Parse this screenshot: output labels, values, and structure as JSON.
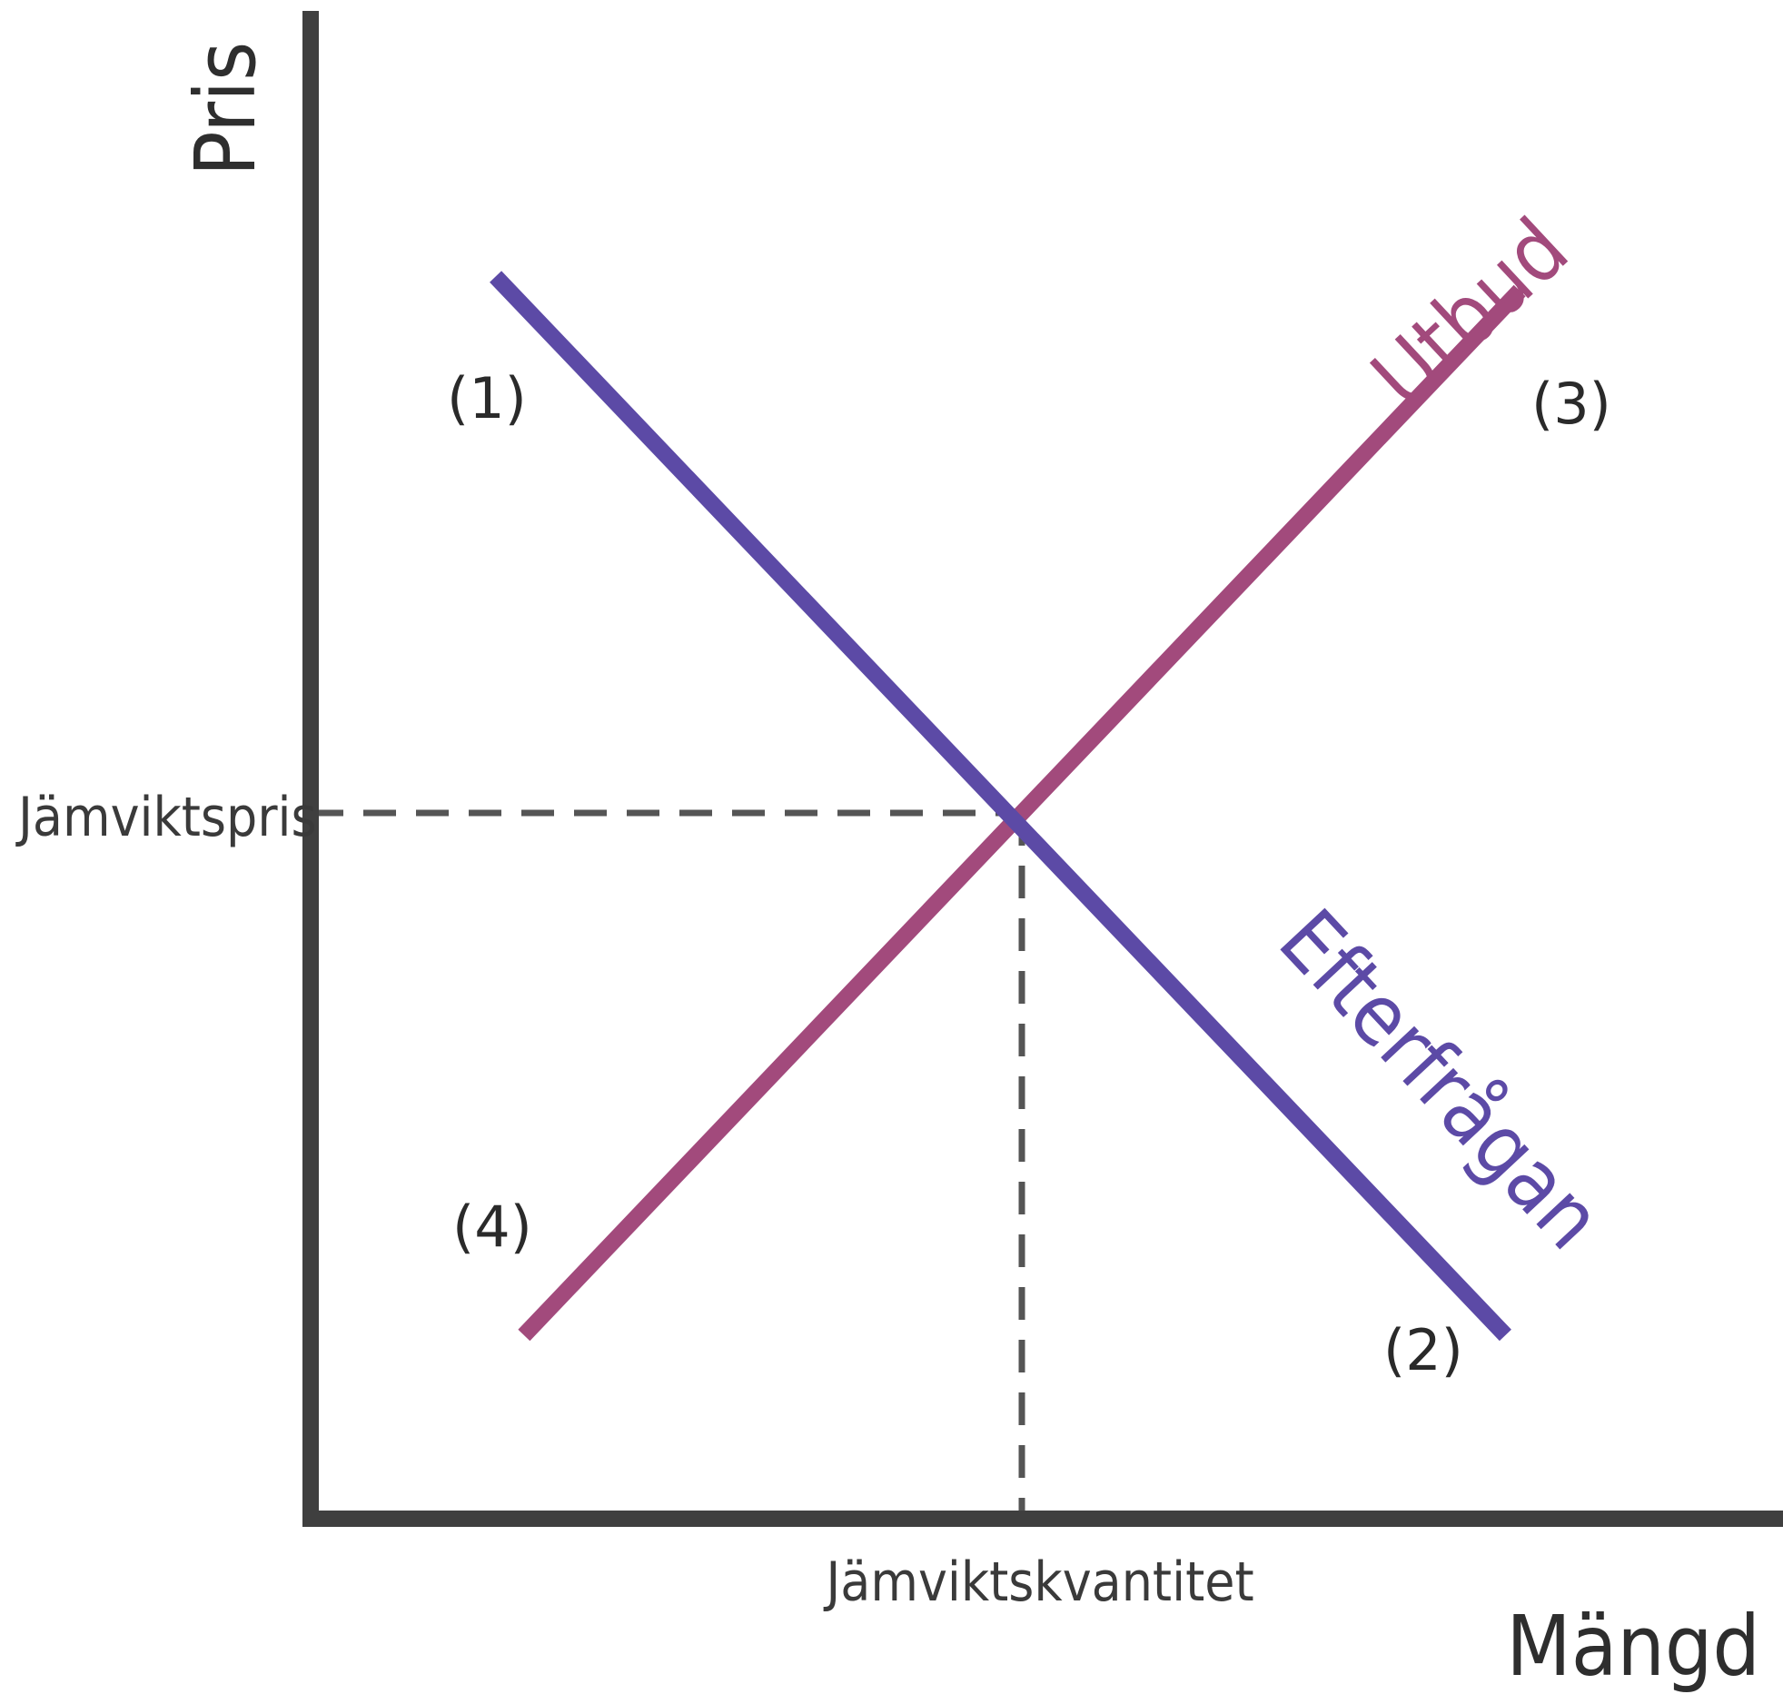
{
  "chart_data": {
    "type": "line",
    "xlabel": "Mängd",
    "ylabel": "Pris",
    "equilibrium": {
      "price_label": "Jämviktspris",
      "quantity_label": "Jämviktskvantitet",
      "x": 0.5,
      "y": 0.5
    },
    "series": [
      {
        "name": "Utbud",
        "color": "#a24a7c",
        "points": [
          [
            0.15,
            0.13
          ],
          [
            0.85,
            0.87
          ]
        ],
        "point_labels": [
          "(4)",
          "(3)"
        ]
      },
      {
        "name": "Efterfrågan",
        "color": "#5c4aa6",
        "points": [
          [
            0.13,
            0.88
          ],
          [
            0.84,
            0.13
          ]
        ],
        "point_labels": [
          "(1)",
          "(2)"
        ]
      }
    ],
    "axis_color": "#3f3f3f",
    "grid": false,
    "legend": "none"
  }
}
